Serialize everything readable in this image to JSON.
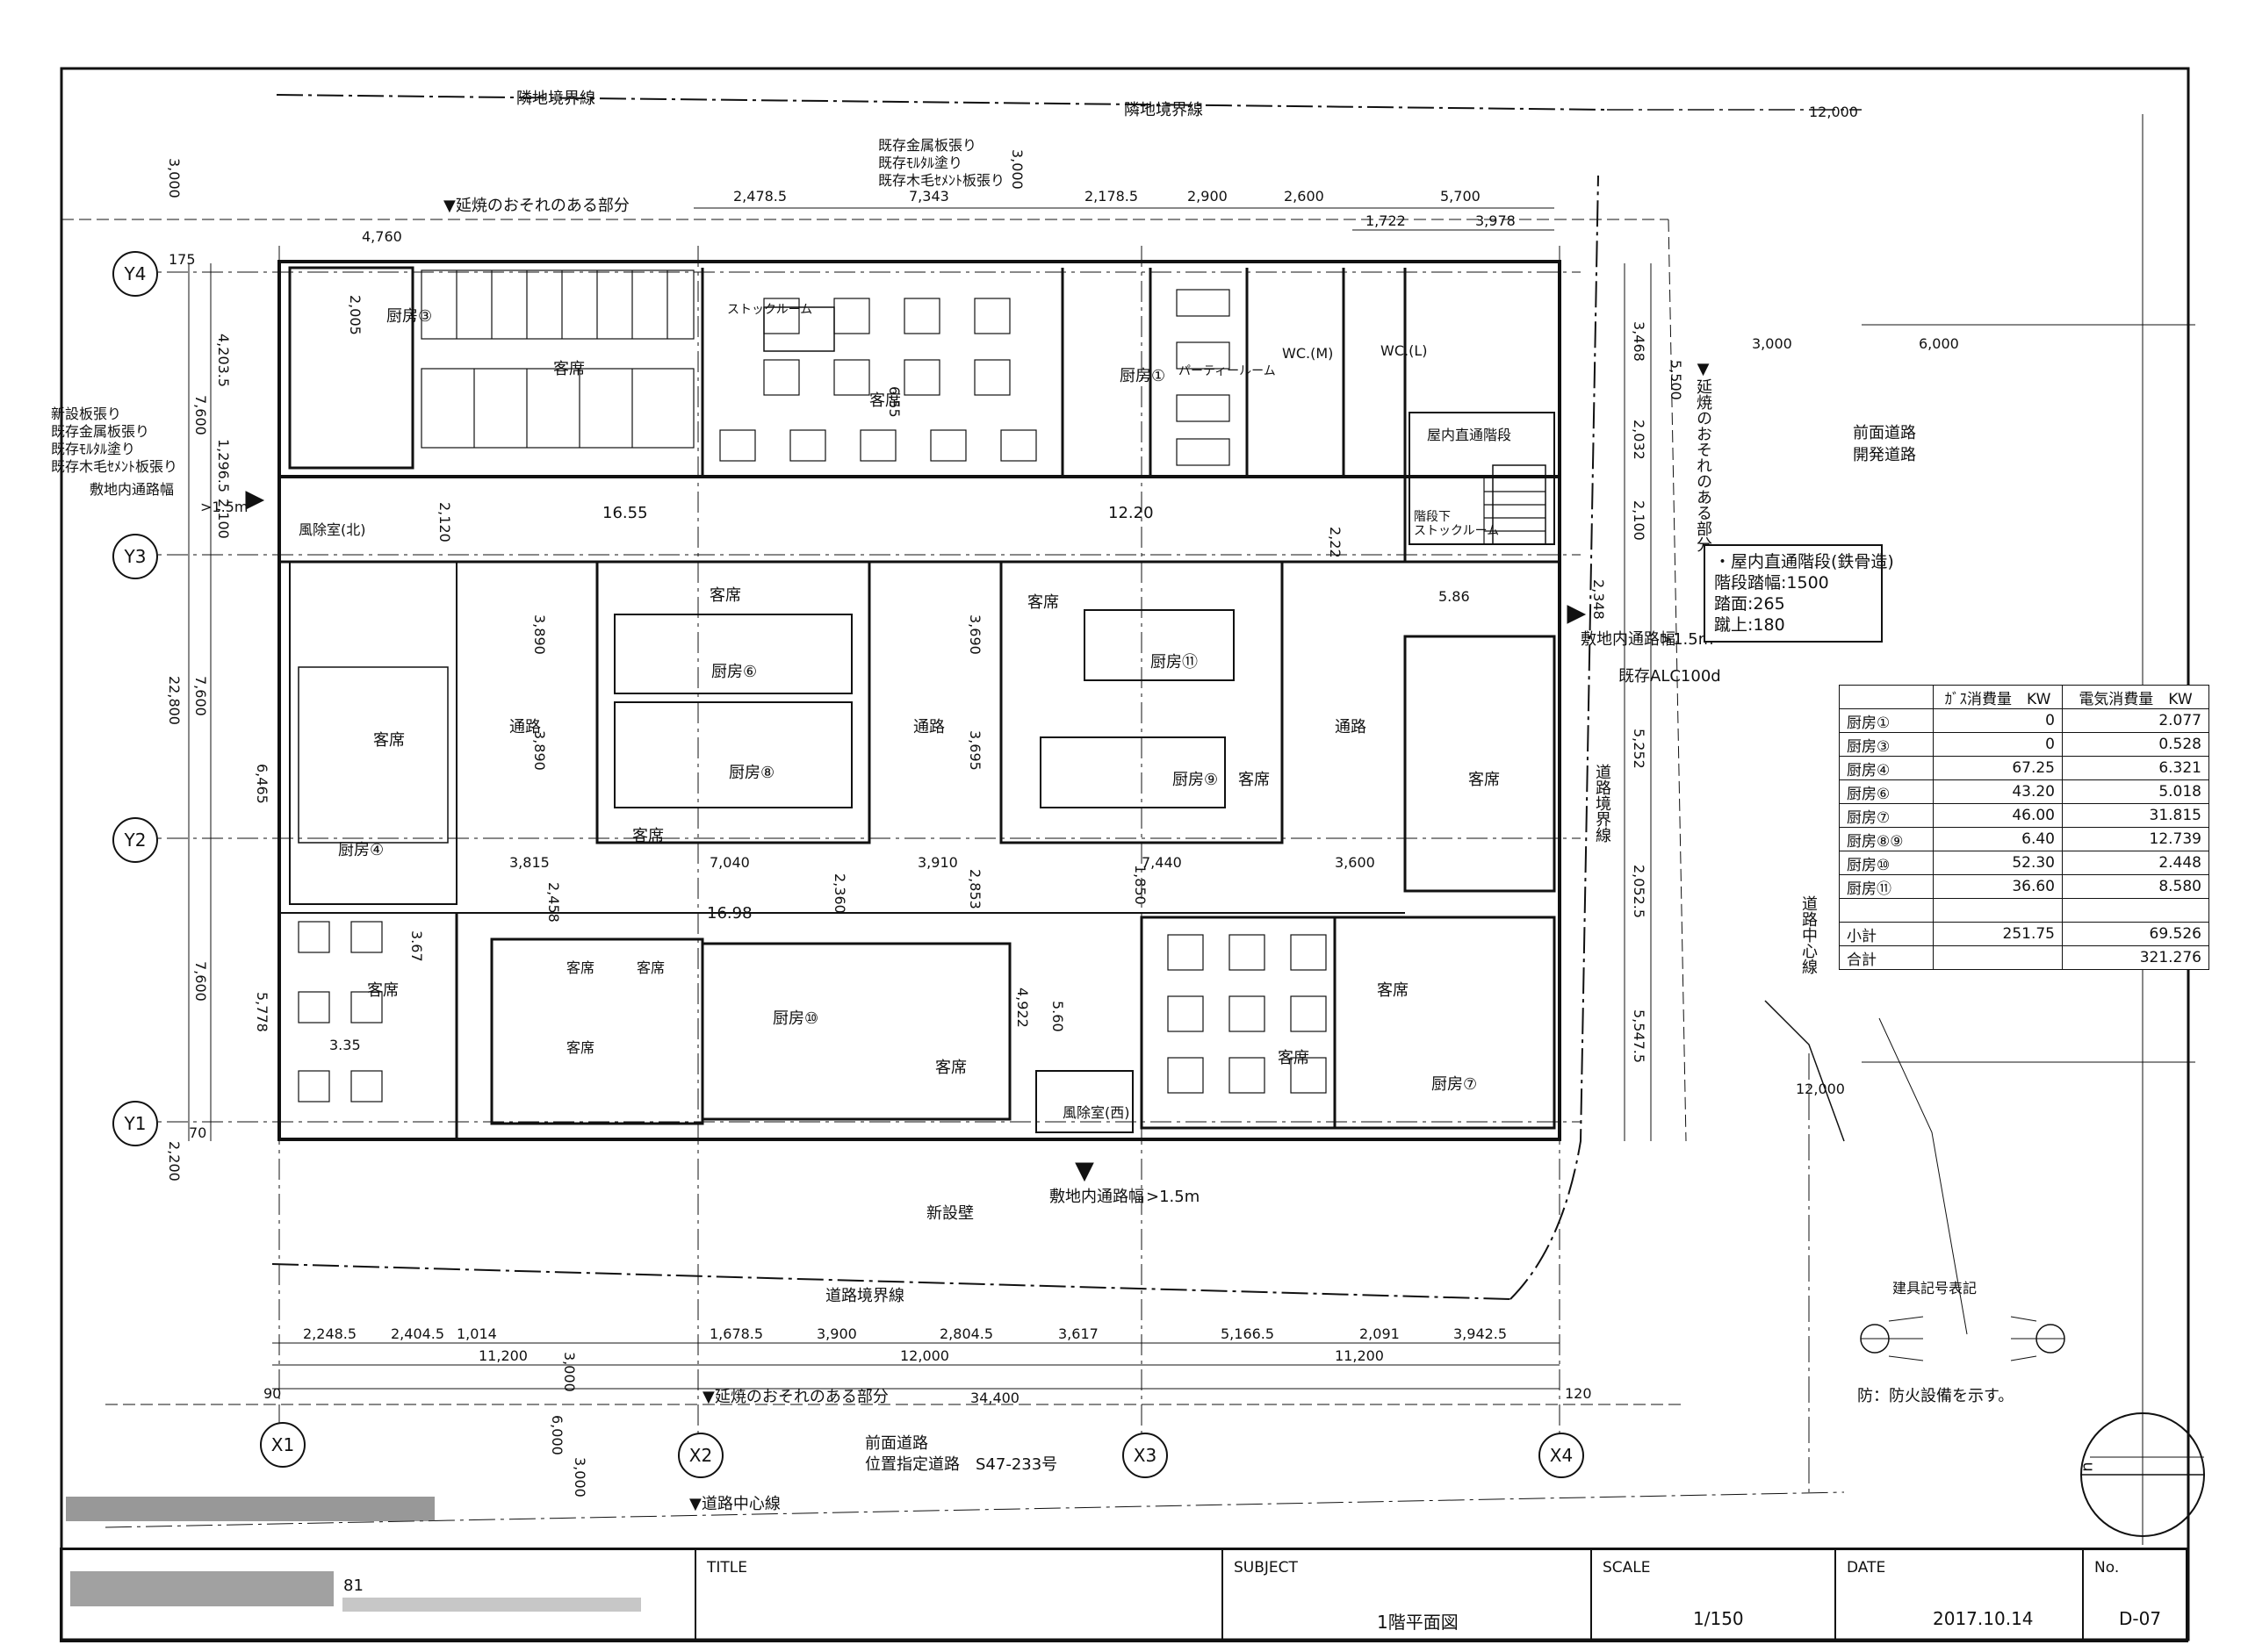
{
  "boundaries": {
    "neighbor_top_left": "隣地境界線",
    "neighbor_top_right": "隣地境界線",
    "fire_spread_top": "▼延焼のおそれのある部分",
    "fire_spread_right": "▼延焼のおそれのある部分",
    "fire_spread_bottom": "▼延焼のおそれのある部分",
    "road_boundary": "道路境界線",
    "road_boundary_right": "道路境界線",
    "road_center_bottom": "▼道路中心線",
    "road_center_right": "道路中心線"
  },
  "notes": {
    "existing_top": [
      "既存金属板張り",
      "既存ﾓﾙﾀﾙ塗り",
      "既存木毛ｾﾒﾝﾄ板張り"
    ],
    "left_finish": [
      "新設板張り",
      "既存金属板張り",
      "既存ﾓﾙﾀﾙ塗り",
      "既存木毛ｾﾒﾝﾄ板張り"
    ],
    "site_path_left": "敷地内通路幅",
    "site_path_right": "敷地内通路幅",
    "site_path_bottom": "敷地内通路幅",
    "site_path_width": ">1.5m",
    "new_wall": "新設壁",
    "existing_alc": "既存ALC100d"
  },
  "roads": {
    "right_road": [
      "前面道路",
      "開発道路"
    ],
    "bottom_road": [
      "前面道路",
      "位置指定道路　S47-233号"
    ]
  },
  "grid_labels": {
    "x": [
      "X1",
      "X2",
      "X3",
      "X4"
    ],
    "y": [
      "Y4",
      "Y3",
      "Y2",
      "Y1"
    ]
  },
  "rooms": {
    "kitchen3": "厨房③",
    "kitchen4": "厨房④",
    "kitchen6": "厨房⑥",
    "kitchen1": "厨房①",
    "kitchen7": "厨房⑦",
    "kitchen8": "厨房⑧",
    "kitchen9": "厨房⑨",
    "kitchen10": "厨房⑩",
    "kitchen11": "厨房⑪",
    "seating": "客席",
    "stock_room": "ストックルーム",
    "party_room": "パーティールーム",
    "wc_m": "WC.(M)",
    "wc_l": "WC.(L)",
    "stair": "屋内直通階段",
    "stair_under_a": "階段下",
    "stair_under_b": "ストックルーム",
    "windbreak_north": "風除室(北)",
    "windbreak_west": "風除室(西)",
    "corridor": "通路"
  },
  "stair_info": {
    "title": "・屋内直通階段(鉄骨造)",
    "lines": [
      "階段踏幅:1500",
      "踏面:265",
      "蹴上:180"
    ]
  },
  "dimensions": {
    "top_row": [
      "2,478.5",
      "7,343",
      "2,178.5",
      "2,900",
      "2,600",
      "5,700"
    ],
    "top_sub": [
      "1,722",
      "3,978"
    ],
    "top_left": "4,760",
    "top_12000": "12,000",
    "right_3000": "3,000",
    "right_6000": "6,000",
    "right_12000": "12,000",
    "left_3000": "3,000",
    "mid_3000": "3,000",
    "bottom_row1": [
      "2,248.5",
      "2,404.5",
      "1,014",
      "1,678.5",
      "3,900",
      "2,804.5",
      "3,617",
      "5,166.5",
      "2,091",
      "3,942.5"
    ],
    "bottom_row2": [
      "11,200",
      "12,000",
      "11,200"
    ],
    "bottom_total": "34,400",
    "bottom_90": "90",
    "bottom_120": "120",
    "bottom_3000a": "3,000",
    "bottom_6000": "6,000",
    "bottom_3000b": "3,000",
    "left_col": [
      "175",
      "4,203.5",
      "7,600",
      "22,800",
      "7,600",
      "7,600",
      "70",
      "2,200"
    ],
    "left_sub": [
      "1,296.5",
      "2,100",
      "6,465",
      "5,778"
    ],
    "right_col": [
      "3,468",
      "5,500",
      "2,032",
      "2,100",
      "2,348",
      "5,252",
      "2,052.5",
      "5,547.5"
    ],
    "interior": [
      "2,005",
      "16.55",
      "12.20",
      "2,120",
      "3,890",
      "3,890",
      "3,690",
      "3,695",
      "3,815",
      "7,040",
      "3,910",
      "7,440",
      "3,600",
      "2,458",
      "2,360",
      "2,853",
      "1,850",
      "16.98",
      "3.67",
      "3.35",
      "4,922",
      "5.60",
      "6.55",
      "2,22",
      "5.86"
    ]
  },
  "gas_table": {
    "headers": [
      "ｶﾞｽ消費量　KW",
      "電気消費量　KW"
    ],
    "rows": [
      {
        "name": "厨房①",
        "gas": "0",
        "elec": "2.077"
      },
      {
        "name": "厨房③",
        "gas": "0",
        "elec": "0.528"
      },
      {
        "name": "厨房④",
        "gas": "67.25",
        "elec": "6.321"
      },
      {
        "name": "厨房⑥",
        "gas": "43.20",
        "elec": "5.018"
      },
      {
        "name": "厨房⑦",
        "gas": "46.00",
        "elec": "31.815"
      },
      {
        "name": "厨房⑧⑨",
        "gas": "6.40",
        "elec": "12.739"
      },
      {
        "name": "厨房⑩",
        "gas": "52.30",
        "elec": "2.448"
      },
      {
        "name": "厨房⑪",
        "gas": "36.60",
        "elec": "8.580"
      }
    ],
    "subtotal": {
      "name": "小計",
      "gas": "251.75",
      "elec": "69.526"
    },
    "total": {
      "name": "合計",
      "gas": "",
      "elec": "321.276"
    }
  },
  "legend": {
    "title": "建具記号表記",
    "fire_note": "防：防火設備を示す。"
  },
  "title_block": {
    "company_partial": "81",
    "title_head": "TITLE",
    "subject_head": "SUBJECT",
    "subject": "1階平面図",
    "scale_head": "SCALE",
    "scale": "1/150",
    "date_head": "DATE",
    "date": "2017.10.14",
    "no_head": "No.",
    "no": "D-07"
  },
  "north_mark": "n"
}
